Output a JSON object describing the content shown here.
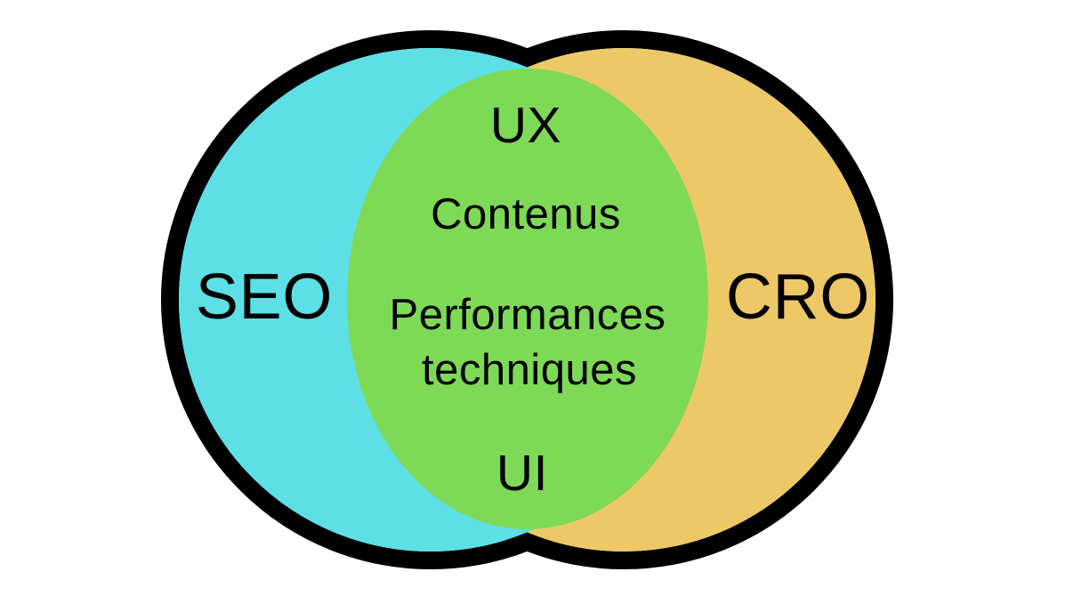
{
  "diagram": {
    "type": "venn",
    "left_circle": {
      "label": "SEO"
    },
    "right_circle": {
      "label": "CRO"
    },
    "overlap_region": {
      "items": [
        "UX",
        "Contenus",
        "Performances techniques",
        "UI"
      ],
      "label_lines": [
        "UX",
        "Contenus",
        "Performances",
        "techniques",
        "UI"
      ]
    }
  },
  "colors": {
    "left_circle": "#5CE0E6",
    "right_circle": "#ECC966",
    "overlap": "#7ED957",
    "outline": "#000000",
    "text": "#000000",
    "background": "#FFFFFF"
  }
}
